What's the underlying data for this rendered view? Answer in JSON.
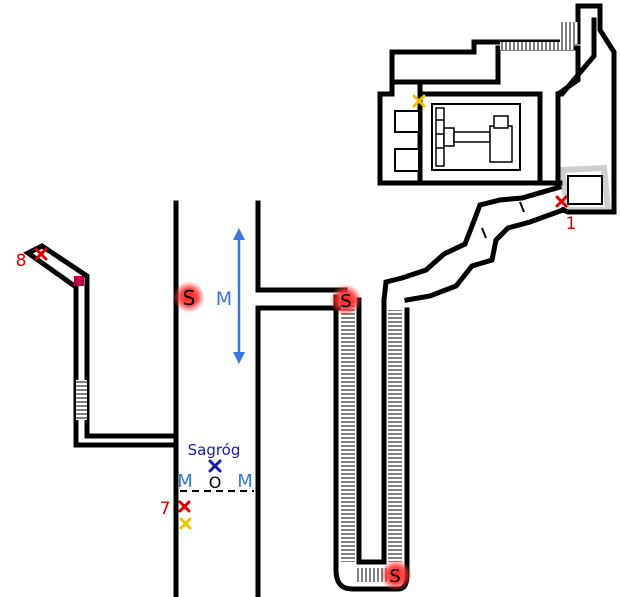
{
  "colors": {
    "wall": "#000000",
    "red": "#e00000",
    "blue": "#3a78e0",
    "navy": "#1a1aa8",
    "yellow": "#f2c200",
    "glow": "#ff2a2a",
    "door": "#c00040"
  },
  "labels": {
    "s": "S",
    "m": "M",
    "o": "O",
    "sagrog": "Sagróg",
    "p1": "1",
    "p7": "7",
    "p8": "8"
  },
  "markers": [
    {
      "name": "marker-1",
      "kind": "red-x"
    },
    {
      "name": "marker-7",
      "kind": "red-x"
    },
    {
      "name": "marker-7-secondary",
      "kind": "yellow-x"
    },
    {
      "name": "marker-8",
      "kind": "red-x"
    },
    {
      "name": "marker-sagrog",
      "kind": "blue-x"
    },
    {
      "name": "marker-top-room",
      "kind": "yellow-x"
    }
  ],
  "icons": [
    "red-x-icon",
    "yellow-x-icon",
    "blue-x-icon",
    "stairs-icon",
    "double-arrow-icon",
    "door-icon",
    "glow-spot-icon"
  ]
}
